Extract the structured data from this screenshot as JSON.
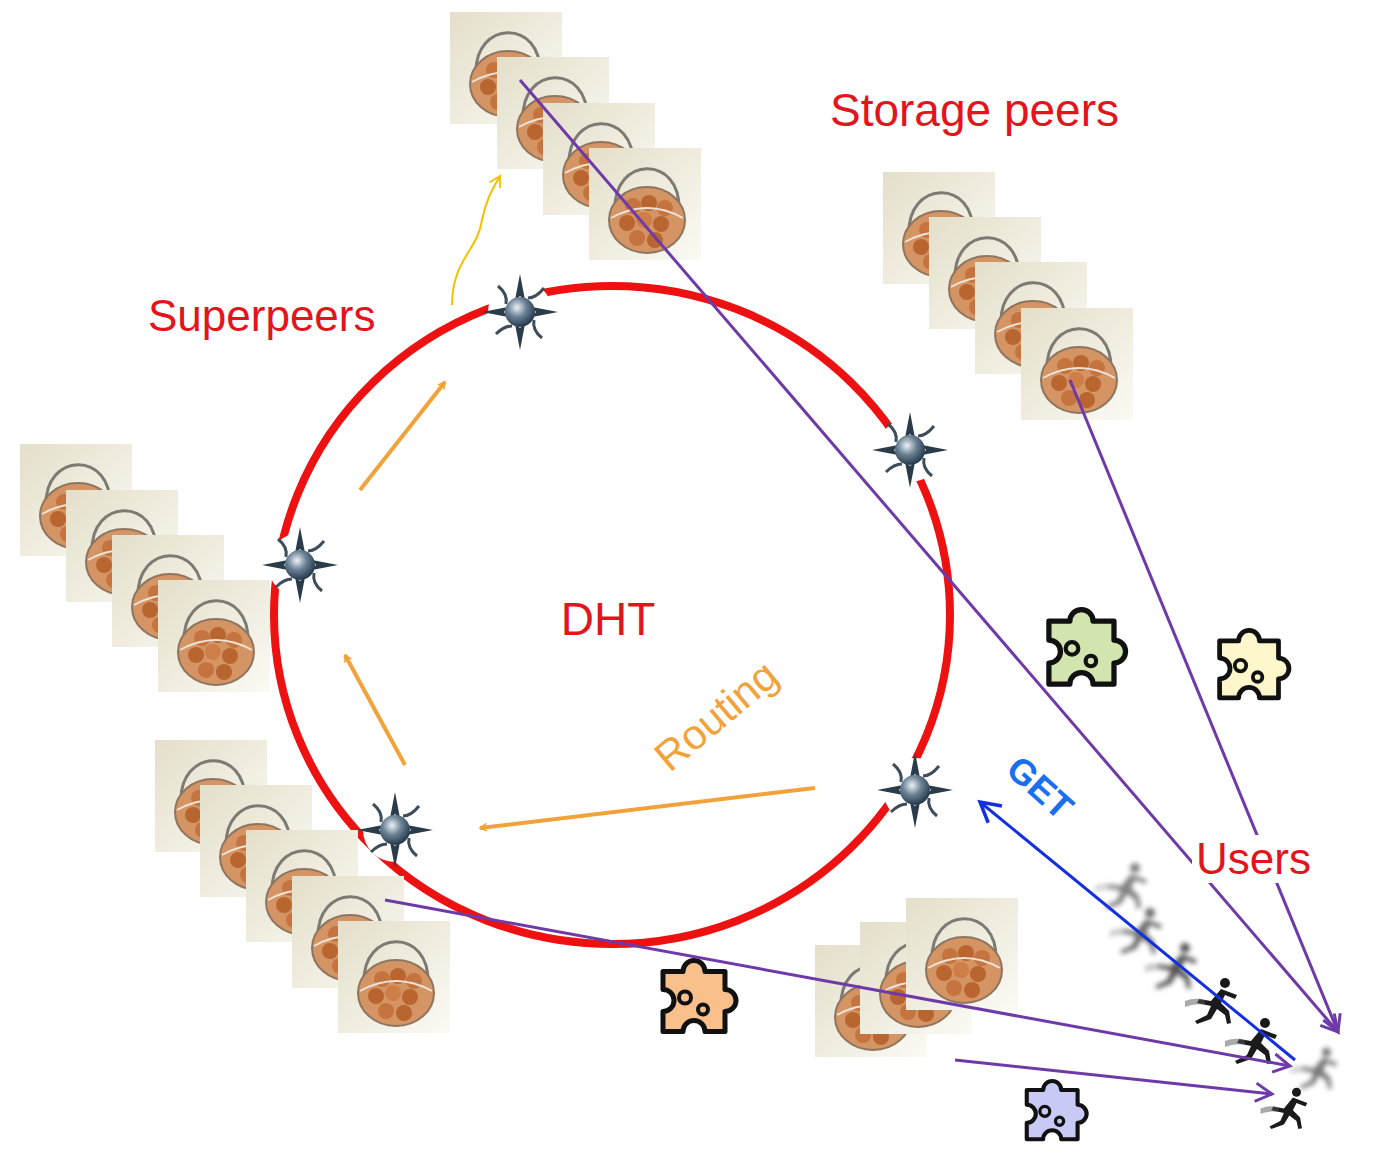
{
  "diagram": {
    "nodes": [
      {
        "text": [
          "DHT"
        ]
      }
    ],
    "labels": [
      "Storage peers",
      "Superpeers",
      "Routing",
      "GET",
      "Users"
    ]
  }
}
